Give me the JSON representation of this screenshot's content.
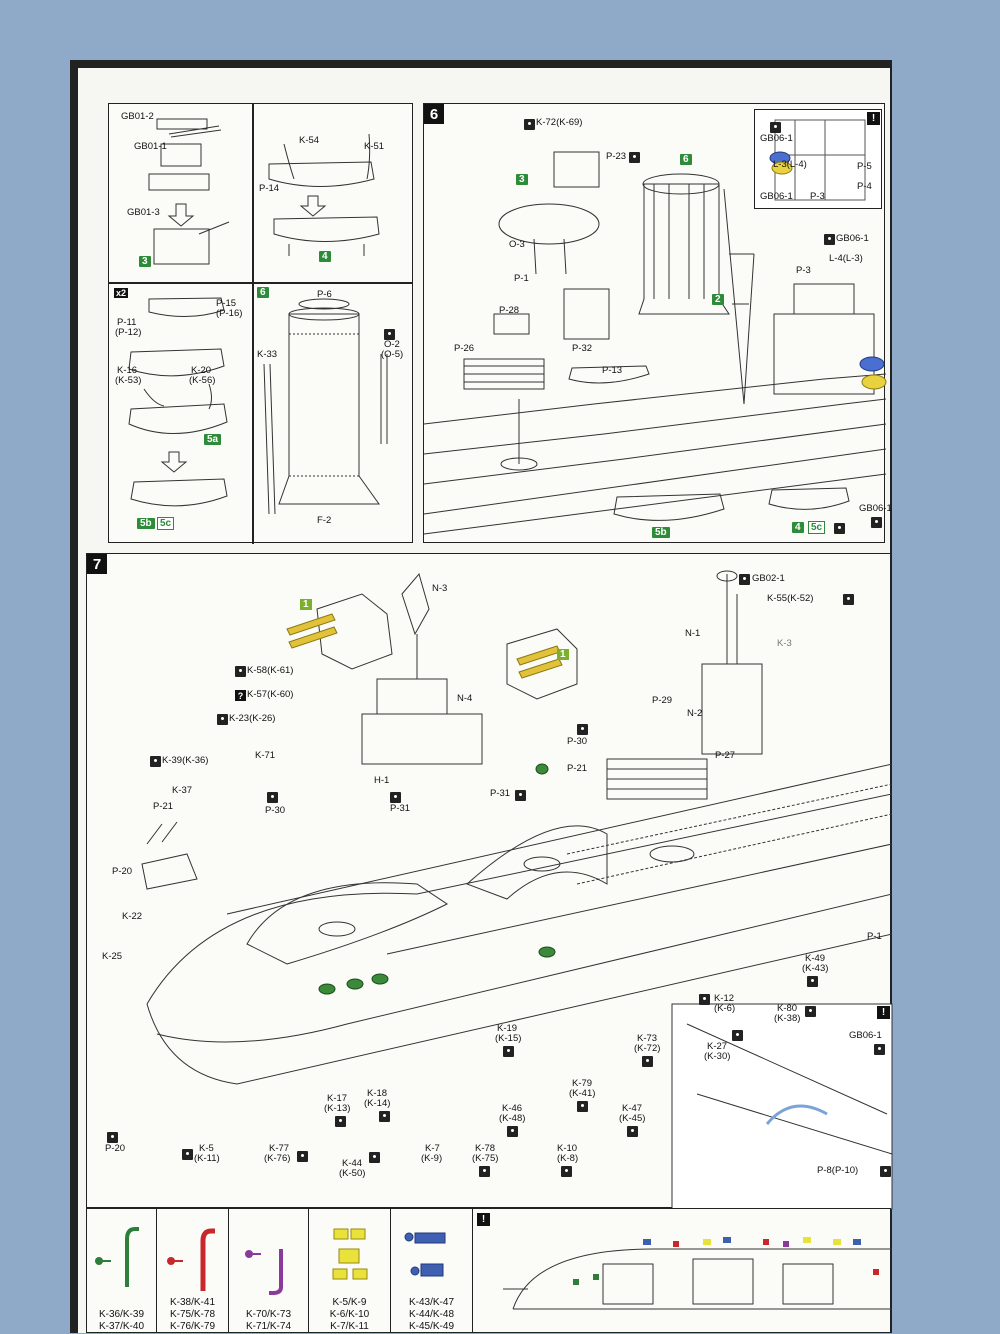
{
  "panels": {
    "topleft": {
      "sub_a": {
        "labels": [
          "GB01-2",
          "GB01-1",
          "GB01-3"
        ],
        "tag": "3"
      },
      "sub_b": {
        "labels": [
          "K-54",
          "K-51",
          "P-14"
        ],
        "tag": "4"
      },
      "sub_c": {
        "badge": "x2",
        "labels": [
          "P-15",
          "(P-16)",
          "P-11",
          "(P-12)",
          "K-16",
          "(K-53)",
          "K-20",
          "(K-56)"
        ],
        "tags": [
          "5a",
          "5b",
          "5c"
        ]
      },
      "sub_d": {
        "step": "6",
        "labels": [
          "P-6",
          "O-2",
          "(O-5)",
          "K-33",
          "F-2"
        ]
      }
    },
    "step6": {
      "number": "6",
      "labels": [
        "K-72(K-69)",
        "P-23",
        "O-3",
        "P-1",
        "P-28",
        "P-32",
        "P-26",
        "P-13",
        "P-3",
        "L-4(L-3)",
        "GB06-1",
        "GB06-1"
      ],
      "tags": [
        "3",
        "6",
        "2",
        "5b",
        "4",
        "5c"
      ],
      "inset": {
        "labels": [
          "GB06-1",
          "L-3(L-4)",
          "P-5",
          "P-3",
          "P-4",
          "GB06-1"
        ],
        "warn": "!"
      }
    },
    "step7": {
      "number": "7",
      "labels_top": [
        "N-3",
        "N-4",
        "H-1",
        "GB02-1",
        "K-55(K-52)",
        "N-1",
        "K-3",
        "N-2",
        "P-29",
        "P-30",
        "P-27",
        "P-21",
        "P-31",
        "P-31"
      ],
      "labels_left": [
        "K-58(K-61)",
        "K-57(K-60)",
        "K-23(K-26)",
        "K-39(K-36)",
        "K-71",
        "K-37",
        "P-21",
        "P-30",
        "P-20",
        "K-22",
        "K-25"
      ],
      "labels_bottom": [
        "P-20",
        "K-5",
        "(K-11)",
        "K-77",
        "(K-76)",
        "K-17",
        "(K-13)",
        "K-18",
        "(K-14)",
        "K-44",
        "(K-50)",
        "K-7",
        "(K-9)",
        "K-78",
        "(K-75)",
        "K-46",
        "(K-48)",
        "K-19",
        "(K-15)",
        "K-79",
        "(K-41)",
        "K-10",
        "(K-8)",
        "K-47",
        "(K-45)",
        "K-73",
        "(K-72)",
        "K-27",
        "(K-30)",
        "K-12",
        "(K-6)",
        "K-80",
        "(K-38)",
        "K-49",
        "(K-43)",
        "P-1"
      ],
      "yellow_tags": [
        "1",
        "1"
      ],
      "inset": {
        "warn": "!",
        "labels": [
          "GB06-1",
          "P-8(P-10)"
        ]
      }
    },
    "legend": {
      "columns": [
        {
          "lines": [
            "K-36/K-39",
            "K-37/K-40"
          ],
          "color": "#2f7d3a"
        },
        {
          "lines": [
            "K-38/K-41",
            "K-75/K-78",
            "K-76/K-79"
          ],
          "color": "#c8282c"
        },
        {
          "lines": [
            "K-70/K-73",
            "K-71/K-74"
          ],
          "color": "#8a3a9a"
        },
        {
          "lines": [
            "K-5/K-9",
            "K-6/K-10",
            "K-7/K-11"
          ],
          "color": "#e8e23a"
        },
        {
          "lines": [
            "K-43/K-47",
            "K-44/K-48",
            "K-45/K-49"
          ],
          "color": "#3f5fb0"
        }
      ],
      "warn": "!"
    }
  }
}
